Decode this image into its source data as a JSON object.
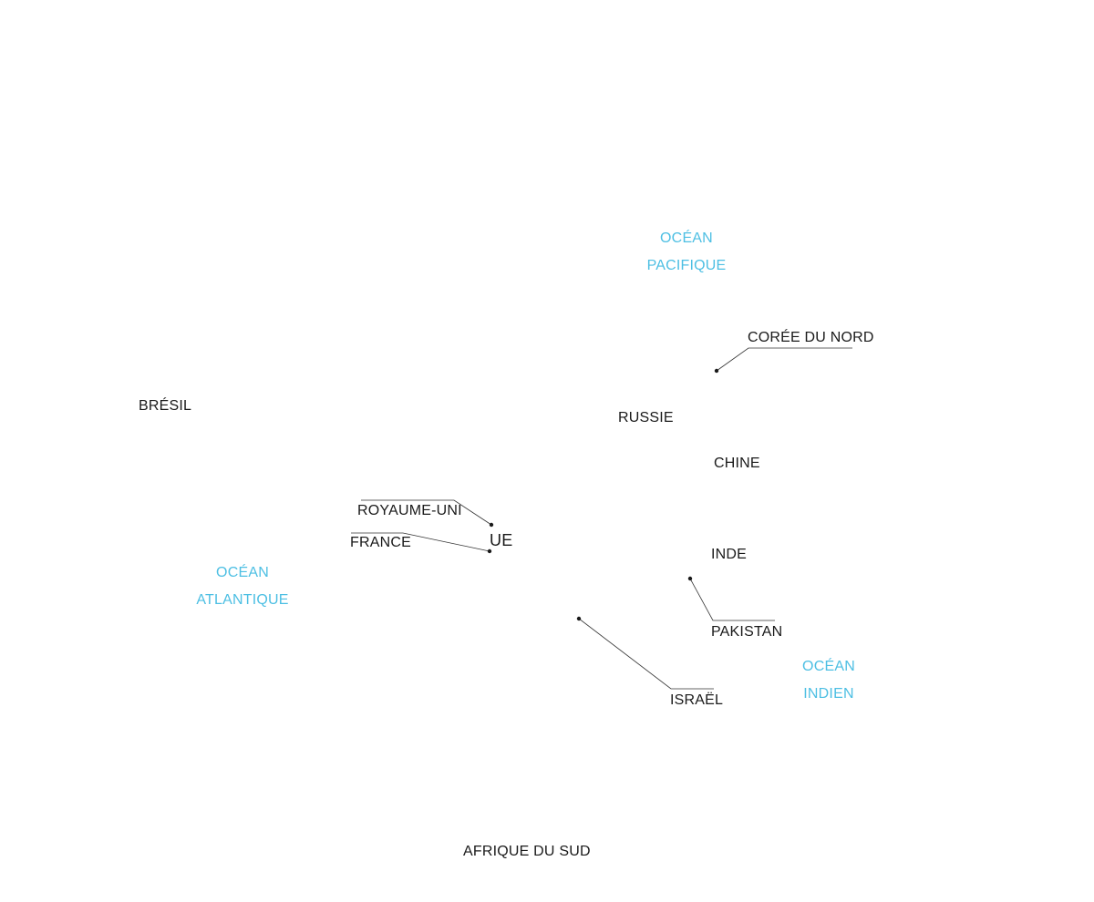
{
  "map": {
    "countries": {
      "coree_du_nord": "CORÉE DU NORD",
      "bresil": "BRÉSIL",
      "russie": "RUSSIE",
      "chine": "CHINE",
      "royaume_uni": "ROYAUME-UNI",
      "france": "FRANCE",
      "ue": "UE",
      "inde": "INDE",
      "pakistan": "PAKISTAN",
      "israel": "ISRAËL",
      "afrique_du_sud": "AFRIQUE DU SUD"
    },
    "oceans": {
      "pacifique": [
        "OCÉAN",
        "PACIFIQUE"
      ],
      "atlantique": [
        "OCÉAN",
        "ATLANTIQUE"
      ],
      "indien": [
        "OCÉAN",
        "INDIEN"
      ]
    },
    "colors": {
      "ocean_label": "#4dbfe3",
      "country_label": "#1a1a1a",
      "leader_line": "#333333"
    }
  }
}
